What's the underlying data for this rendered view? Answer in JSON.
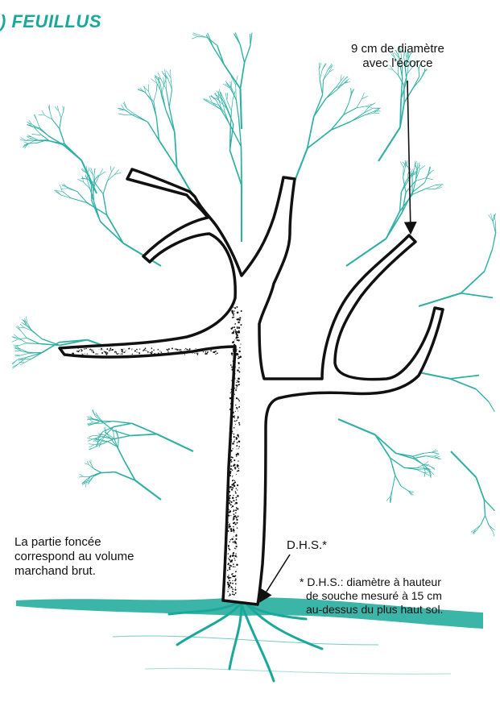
{
  "title": ") FEUILLUS",
  "colors": {
    "crown": "#1aa89a",
    "trunk": "#111111",
    "background": "#ffffff"
  },
  "labels": {
    "diameter_line1": "9 cm de diamètre",
    "diameter_line2": "avec l'écorce",
    "dark_line1": "La partie foncée",
    "dark_line2": "correspond au volume",
    "dark_line3": "marchand brut.",
    "dhs": "D.H.S.*",
    "footnote_line1": "* D.H.S.: diamètre à hauteur",
    "footnote_line2": "de souche mesuré à 15 cm",
    "footnote_line3": "au-dessus du plus haut sol."
  },
  "icons": [
    "tree-illustration",
    "arrow-icon"
  ]
}
